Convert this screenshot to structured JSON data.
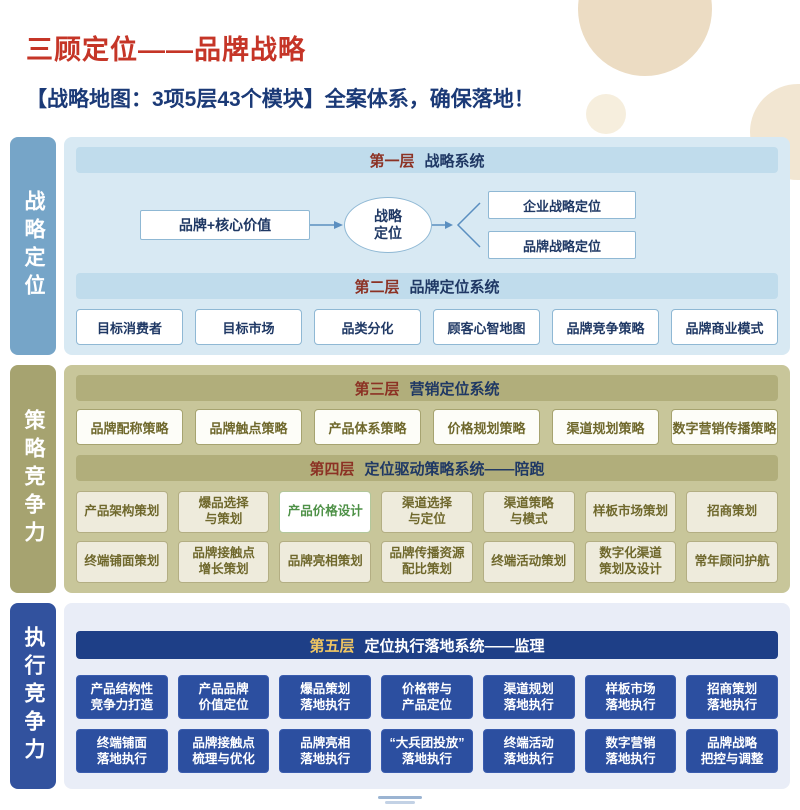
{
  "page": {
    "title": "三顾定位——品牌战略",
    "subtitle": "【战略地图：3项5层43个模块】全案体系，确保落地！"
  },
  "colors": {
    "title_red": "#c53527",
    "subtitle_navy": "#1b3a77",
    "section1_blue": "#76a5c8",
    "section2_olive": "#a6a370",
    "section3_navy": "#32529e",
    "module_navy": "#2c4fa0",
    "layer_number_red": "#8c3224",
    "layer_gold": "#f0c662",
    "highlight_green": "#4e9147"
  },
  "section1": {
    "sidebar": "战略定位",
    "layer1": {
      "num": "第一层",
      "title": "战略系统"
    },
    "flow": {
      "source": "品牌+核心价值",
      "center": "战略\n定位",
      "target1": "企业战略定位",
      "target2": "品牌战略定位"
    },
    "layer2": {
      "num": "第二层",
      "title": "品牌定位系统"
    },
    "row": [
      "目标消费者",
      "目标市场",
      "品类分化",
      "顾客心智地图",
      "品牌竞争策略",
      "品牌商业模式"
    ]
  },
  "section2": {
    "sidebar": "策略竞争力",
    "layer3": {
      "num": "第三层",
      "title": "营销定位系统"
    },
    "row3": [
      "品牌配称策略",
      "品牌触点策略",
      "产品体系策略",
      "价格规划策略",
      "渠道规划策略",
      "数字营销传播策略"
    ],
    "layer4": {
      "num": "第四层",
      "title": "定位驱动策略系统——陪跑"
    },
    "row4a": [
      "产品架构策划",
      "爆品选择\n与策划",
      "产品价格设计",
      "渠道选择\n与定位",
      "渠道策略\n与模式",
      "样板市场策划",
      "招商策划"
    ],
    "row4b": [
      "终端铺面策划",
      "品牌接触点\n增长策划",
      "品牌亮相策划",
      "品牌传播资源\n配比策划",
      "终端活动策划",
      "数字化渠道\n策划及设计",
      "常年顾问护航"
    ]
  },
  "section3": {
    "sidebar": "执行竞争力",
    "layer5": {
      "num": "第五层",
      "title": "定位执行落地系统——监理"
    },
    "row5a": [
      "产品结构性\n竞争力打造",
      "产品品牌\n价值定位",
      "爆品策划\n落地执行",
      "价格带与\n产品定位",
      "渠道规划\n落地执行",
      "样板市场\n落地执行",
      "招商策划\n落地执行"
    ],
    "row5b": [
      "终端铺面\n落地执行",
      "品牌接触点\n梳理与优化",
      "品牌亮相\n落地执行",
      "“大兵团投放”\n落地执行",
      "终端活动\n落地执行",
      "数字营销\n落地执行",
      "品牌战略\n把控与调整"
    ]
  }
}
